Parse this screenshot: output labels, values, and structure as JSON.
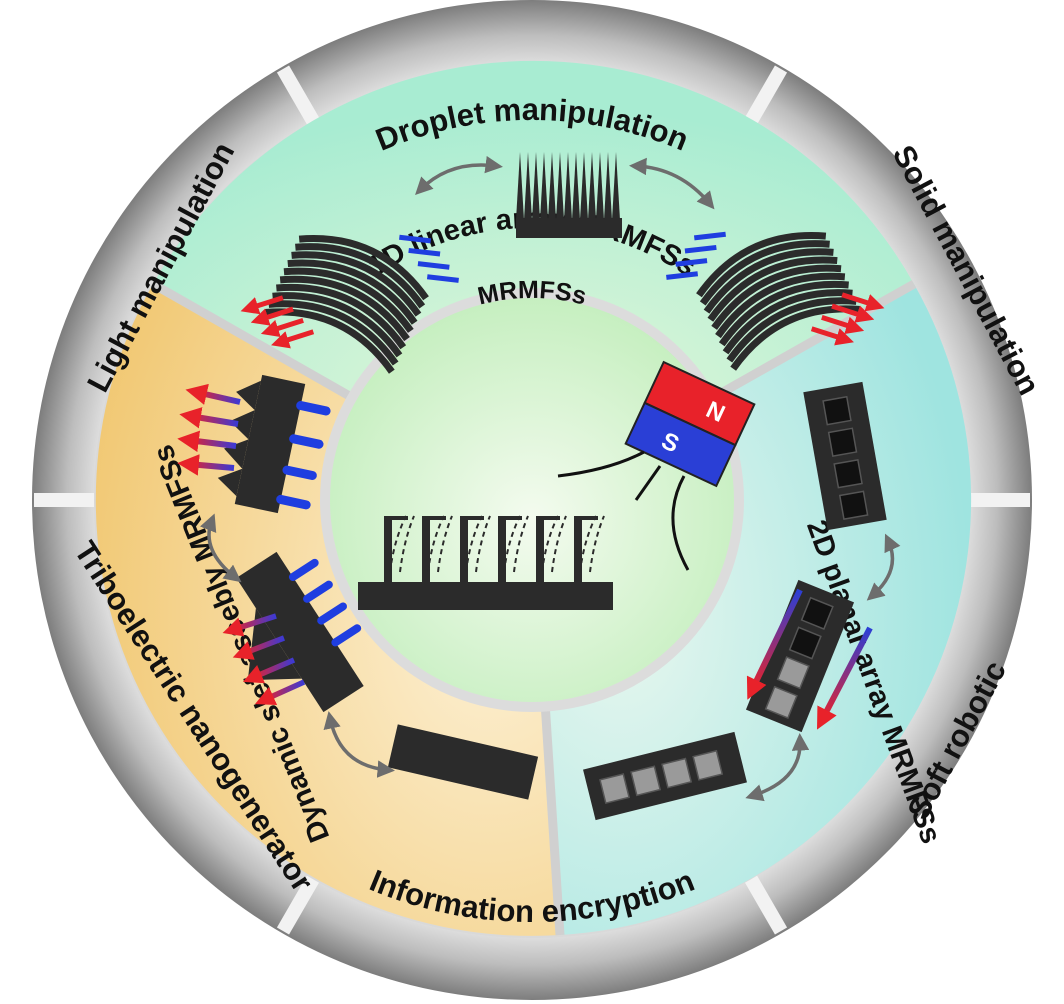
{
  "outer_ring": {
    "top": "Droplet manipulation",
    "top_right": "Solid manipulation",
    "bottom_right": "Soft robotic",
    "bottom": "Information encryption",
    "bottom_left": "Triboelectric nanogenerator",
    "top_left": "Light manipulation"
  },
  "sectors": {
    "top": "1D linear array MRMFSs",
    "right": "2D planar array MRMFSs",
    "left": "Dynamic slef-assebly MRMFSs"
  },
  "center": {
    "title": "MRMFSs",
    "magnet_north": "N",
    "magnet_south": "S"
  },
  "colors": {
    "sector_top": "#bff0d6",
    "sector_right": "#bfece8",
    "sector_left": "#f7dba0",
    "center_fill": "#d2f3c8",
    "ring_gray": "#9a9a9a",
    "structure_dark": "#2b2b2b",
    "magnet_red": "#e8222a",
    "magnet_blue": "#2a3fd6",
    "arrow_red": "#e8222a",
    "bar_blue": "#1f3ee0",
    "arrow_gray": "#6d6d6d"
  }
}
